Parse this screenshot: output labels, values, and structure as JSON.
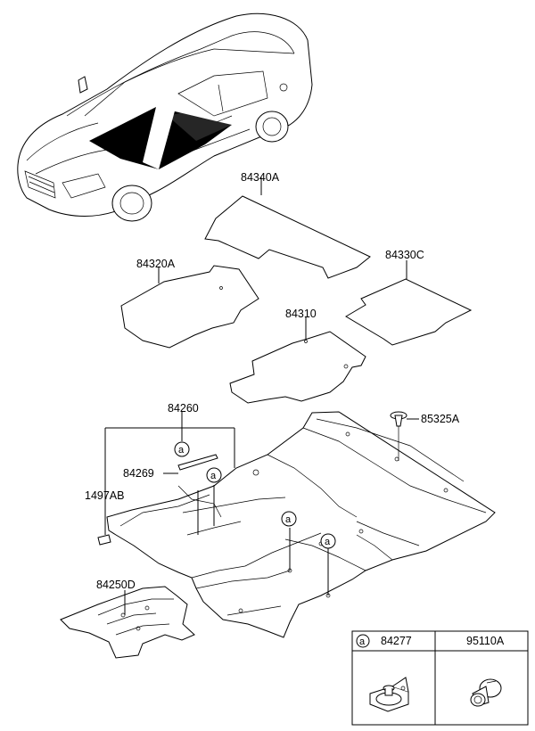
{
  "parts": {
    "p84340A": "84340A",
    "p84320A": "84320A",
    "p84330C": "84330C",
    "p84310": "84310",
    "p84260": "84260",
    "p85325A": "85325A",
    "p84269": "84269",
    "p1497AB": "1497AB",
    "p84250D": "84250D"
  },
  "callout_letter": "a",
  "legend": {
    "marker": "a",
    "col1_part": "84277",
    "col2_part": "95110A"
  }
}
